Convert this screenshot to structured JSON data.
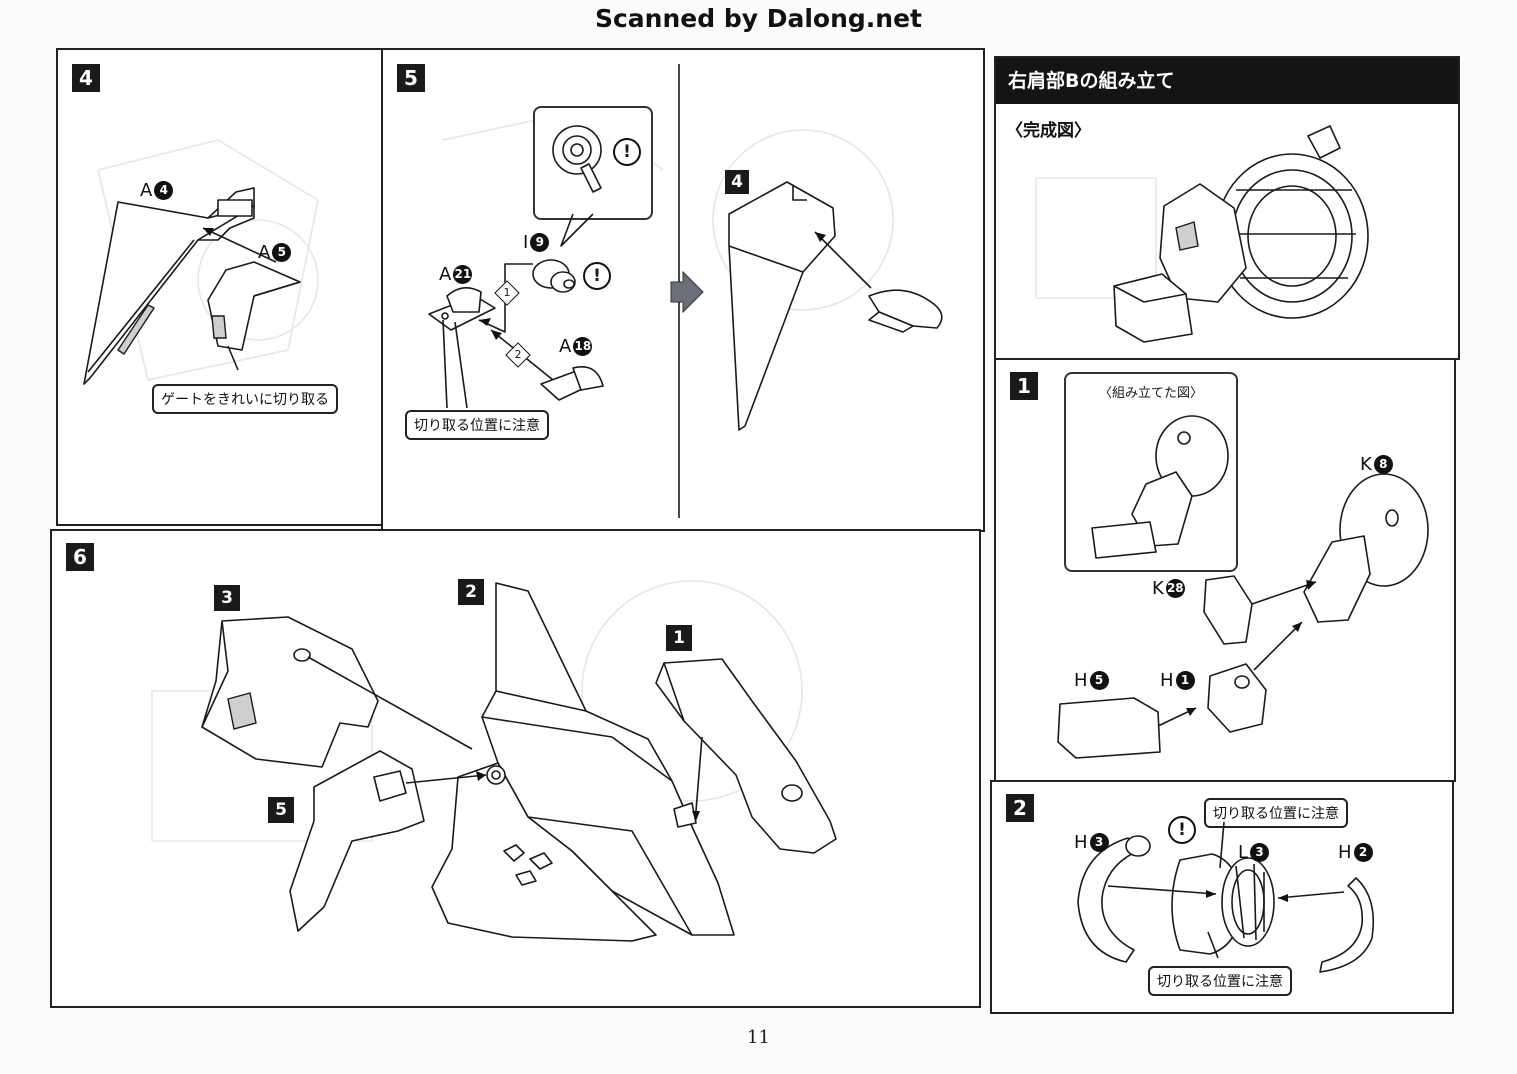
{
  "header": {
    "text": "Scanned by Dalong.net"
  },
  "page_number": "11",
  "steps": {
    "s4": {
      "step": "4",
      "parts": {
        "a": "A",
        "a_num": "4",
        "b": "A",
        "b_num": "5"
      },
      "note": "ゲートをきれいに切り取る"
    },
    "s5": {
      "step": "5",
      "parts": {
        "i": "I",
        "i_num": "9",
        "a21": "A",
        "a21_num": "21",
        "a18": "A",
        "a18_num": "18"
      },
      "order": [
        "1",
        "2"
      ],
      "warning": "!",
      "note": "切り取る位置に注意",
      "result_step": "4"
    },
    "s6": {
      "step": "6",
      "subparts": [
        "3",
        "2",
        "1",
        "5"
      ]
    }
  },
  "right": {
    "title": "右肩部Bの組み立て",
    "complete_label": "〈完成図〉",
    "r1": {
      "step": "1",
      "inset_label": "〈組み立てた図〉",
      "parts": {
        "k8": "K",
        "k8_num": "8",
        "k28": "K",
        "k28_num": "28",
        "h5": "H",
        "h5_num": "5",
        "h1": "H",
        "h1_num": "1"
      }
    },
    "r2": {
      "step": "2",
      "parts": {
        "h3": "H",
        "h3_num": "3",
        "l3": "L",
        "l3_num": "3",
        "h2": "H",
        "h2_num": "2"
      },
      "warning": "!",
      "note_top": "切り取る位置に注意",
      "note_bottom": "切り取る位置に注意"
    }
  }
}
